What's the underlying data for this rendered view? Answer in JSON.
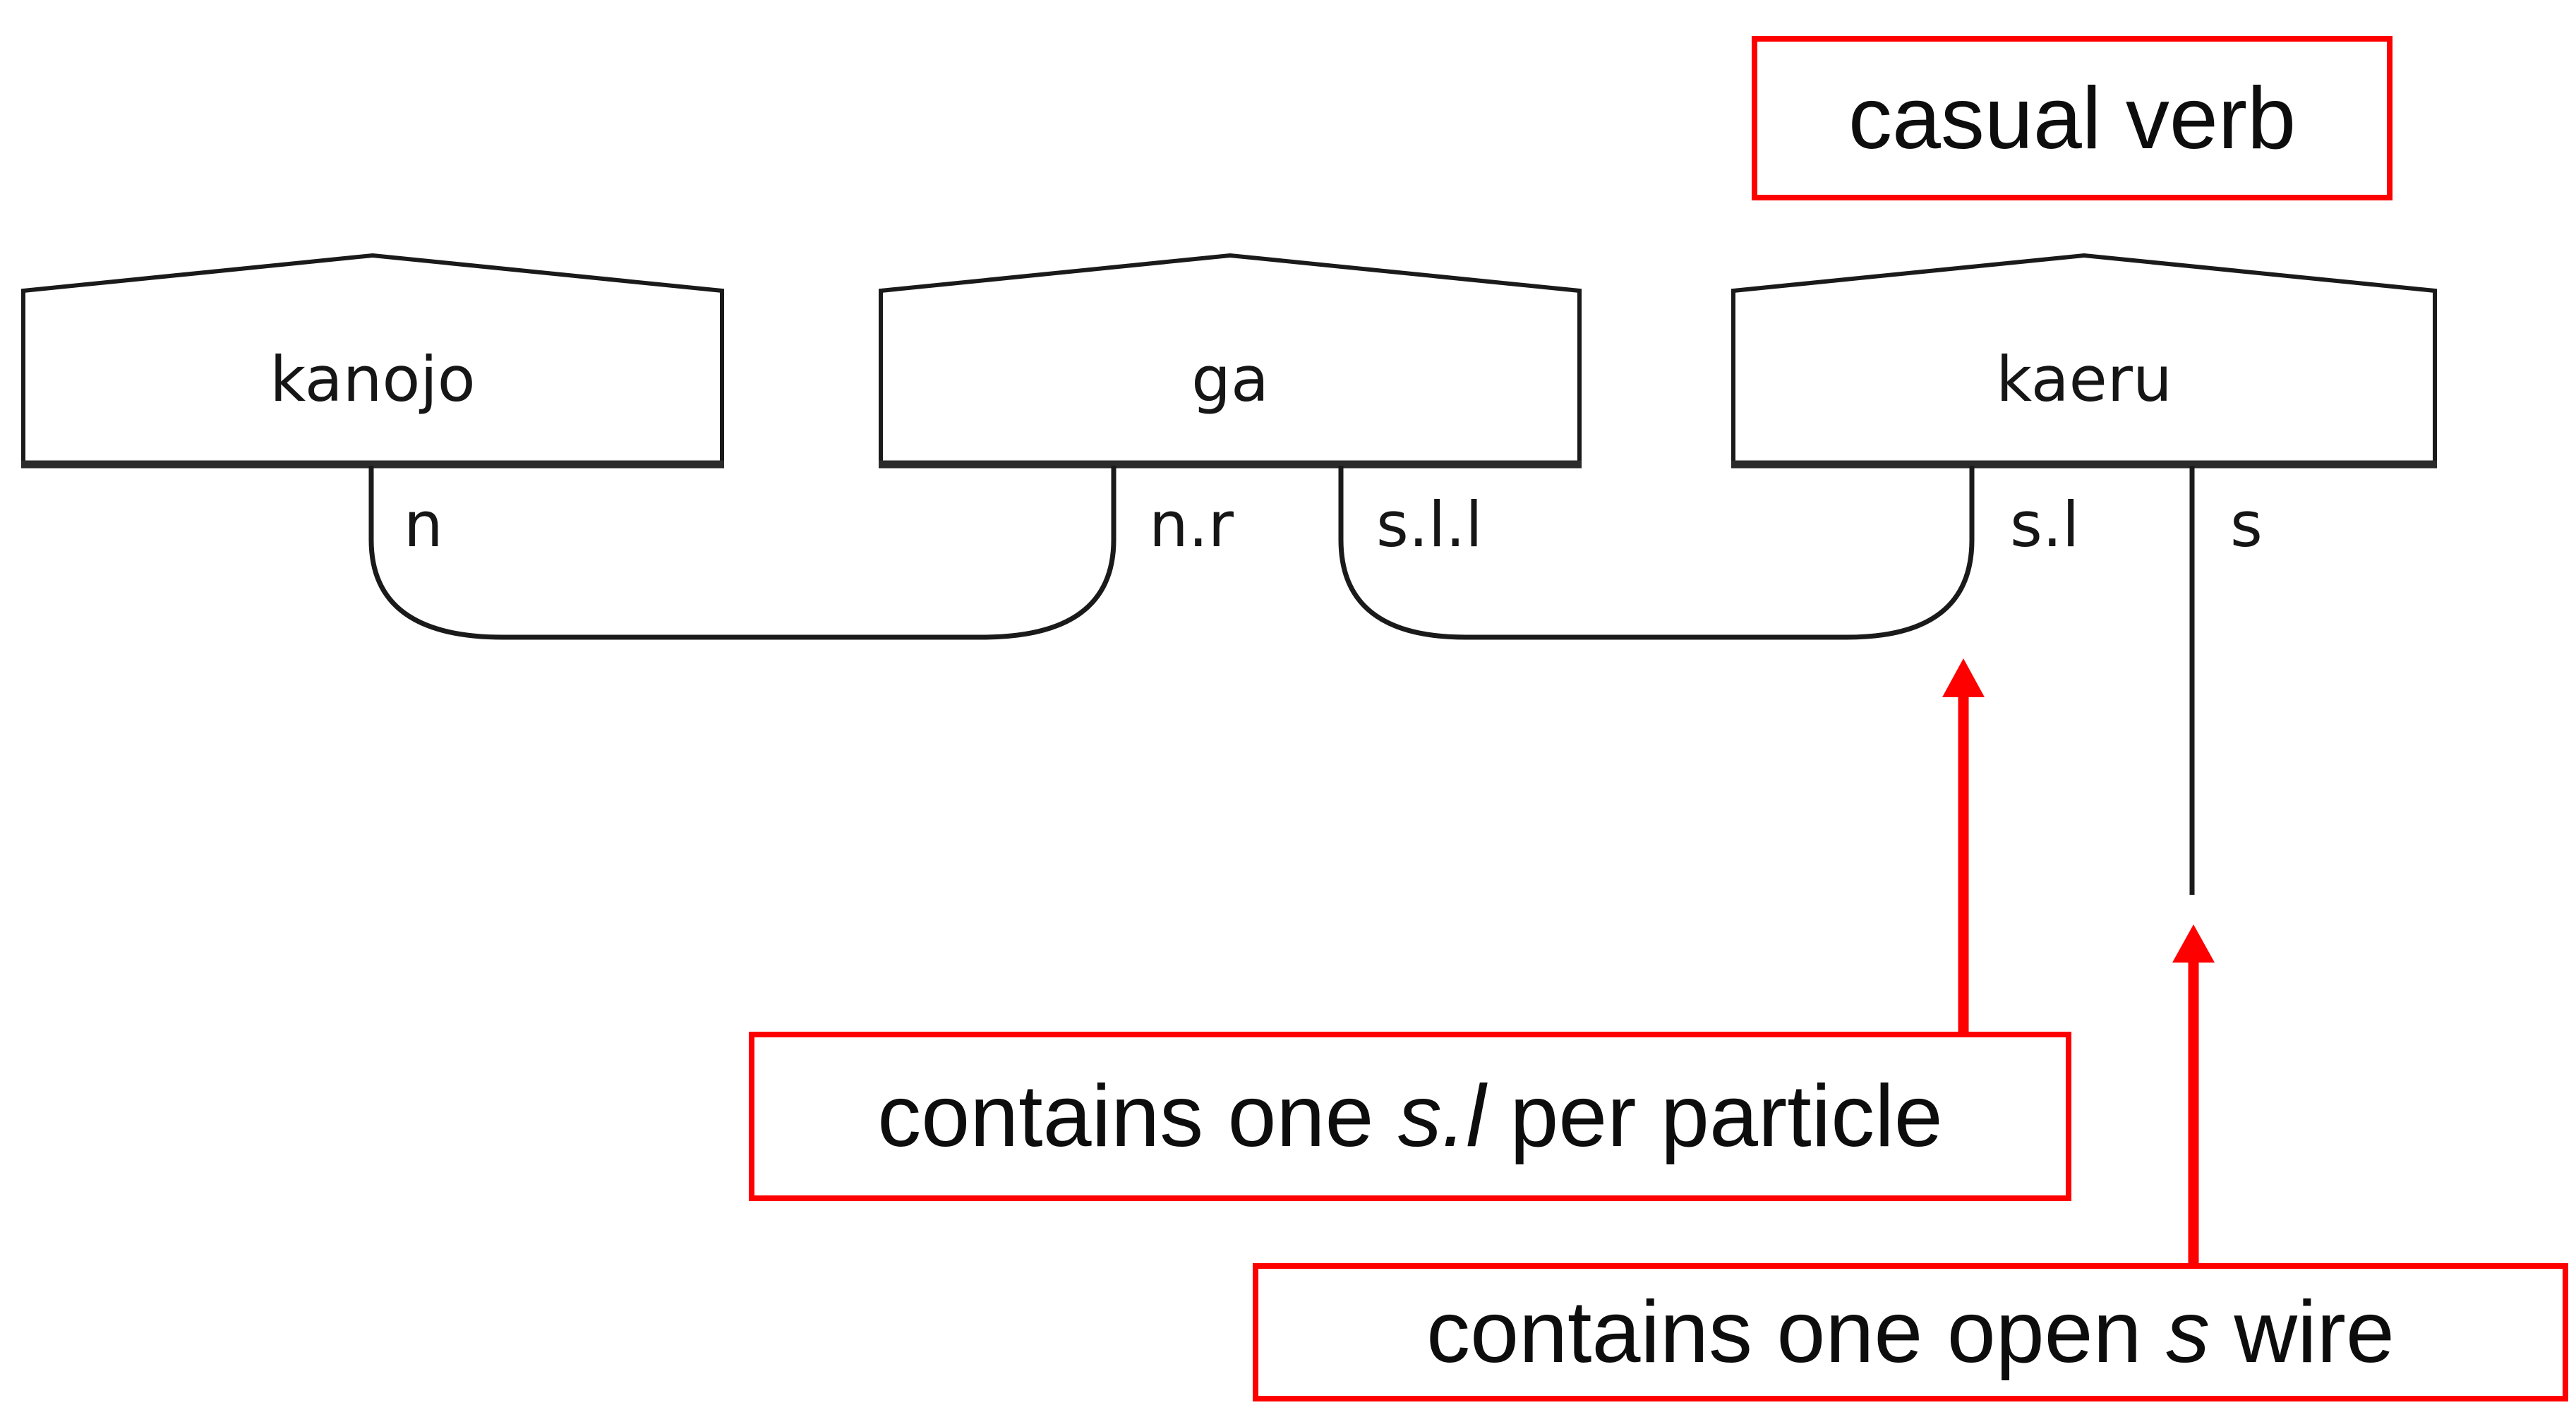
{
  "diagram": {
    "words": [
      {
        "label": "kanojo",
        "wires": [
          "n"
        ]
      },
      {
        "label": "ga",
        "wires": [
          "n.r",
          "s.l.l"
        ]
      },
      {
        "label": "kaeru",
        "wires": [
          "s.l",
          "s"
        ]
      }
    ],
    "cups": [
      {
        "from": "n",
        "to": "n.r"
      },
      {
        "from": "s.l.l",
        "to": "s.l"
      }
    ],
    "open_wire": "s"
  },
  "annotations": {
    "casual_verb": {
      "text": "casual verb"
    },
    "per_particle": {
      "prefix": "contains one ",
      "emph": "s.l",
      "suffix": " per particle"
    },
    "open_wire": {
      "prefix": "contains one open ",
      "emph": "s",
      "suffix": " wire"
    }
  },
  "colors": {
    "annotation_red": "#ff0000",
    "line_black": "#1a1a1a",
    "background": "#ffffff"
  }
}
